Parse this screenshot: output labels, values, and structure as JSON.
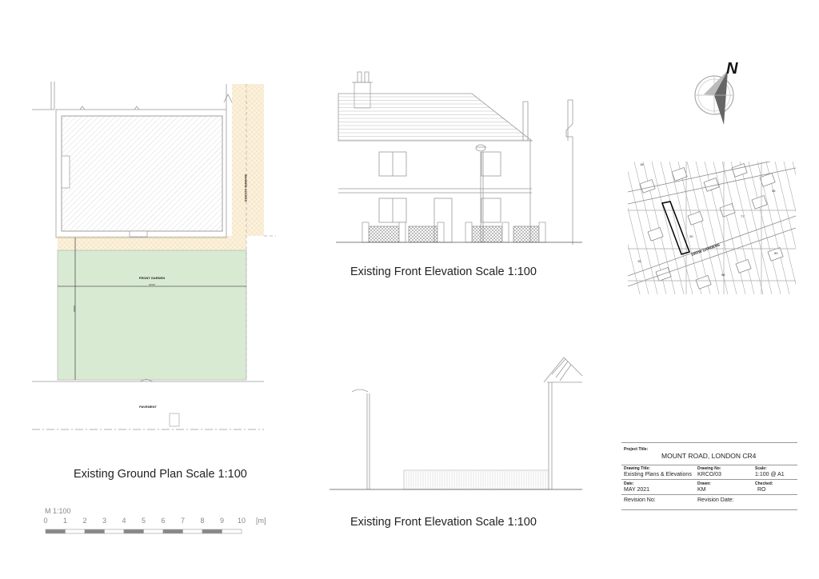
{
  "ground_plan": {
    "caption": "Existing Ground Plan Scale 1:100",
    "labels": {
      "shared_access": "SHARED ACCESS",
      "front_garden": "FRONT GARDEN",
      "pavement": "PAVEMENT",
      "width_dim": "00.00",
      "depth_dim": "00.00"
    },
    "garden_color": "#d9ead3",
    "access_color": "#fbf1dc"
  },
  "scale_bar": {
    "title": "M 1:100",
    "ticks": [
      "0",
      "1",
      "2",
      "3",
      "4",
      "5",
      "6",
      "7",
      "8",
      "9",
      "10"
    ],
    "unit": "[m]"
  },
  "elevation_top": {
    "caption": "Existing  Front Elevation Scale 1:100"
  },
  "elevation_bottom": {
    "caption": "Existing  Front Elevation Scale 1:100"
  },
  "compass": {
    "label": "N"
  },
  "location_map": {
    "street": "DREW GARDENS",
    "numbers": [
      "20",
      "77",
      "15",
      "90",
      "96",
      "35",
      "18"
    ]
  },
  "title_block": {
    "project_title_label": "Project Title:",
    "project_title": "MOUNT ROAD, LONDON CR4",
    "drawing_title_label": "Drawing Title:",
    "drawing_title": "Existing  Plans & Elevations",
    "drawing_no_label": "Drawing No:",
    "drawing_no": "KRCO/03",
    "scale_label": "Scale:",
    "scale": "1:100 @ A1",
    "date_label": "Date:",
    "date": "MAY 2021",
    "drawn_label": "Drawn:",
    "drawn": "KM",
    "checked_label": "Checked:",
    "checked": "RO",
    "revision_no_label": "Revision No:",
    "revision_date_label": "Revision Date:"
  }
}
